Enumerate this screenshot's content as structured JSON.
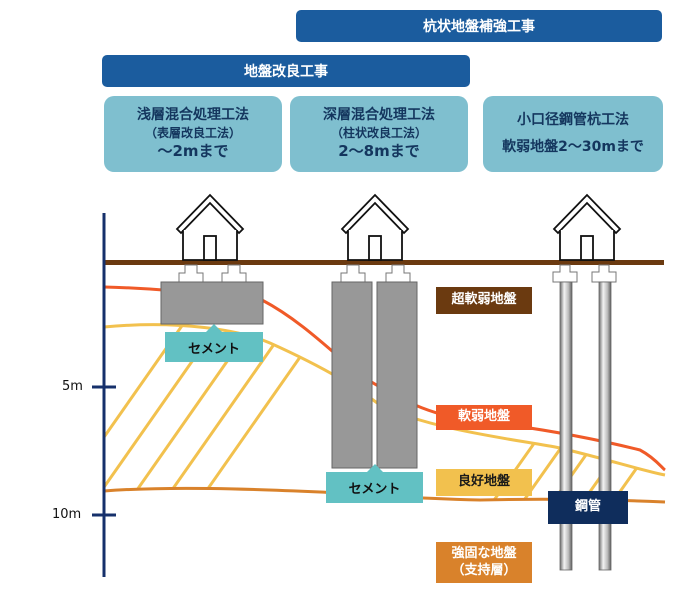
{
  "banners": {
    "pile_reinforcement": "杭状地盤補強工事",
    "ground_improvement": "地盤改良工事"
  },
  "methods": [
    {
      "name": "浅層混合処理工法",
      "alias": "（表層改良工法）",
      "range": "～2mまで"
    },
    {
      "name": "深層混合処理工法",
      "alias": "（柱状改良工法）",
      "range": "2～8mまで"
    },
    {
      "name": "小口径鋼管杭工法",
      "range": "軟弱地盤2～30mまで"
    }
  ],
  "depth_axis": {
    "ticks": [
      "5m",
      "10m"
    ]
  },
  "layers": [
    {
      "label": "超軟弱地盤",
      "color": "#6b3a10"
    },
    {
      "label": "軟弱地盤",
      "color": "#f05a28"
    },
    {
      "label": "良好地盤",
      "color": "#f2c14e"
    },
    {
      "label": "強固な地盤",
      "label2": "（支持層）",
      "color": "#d9822b"
    }
  ],
  "materials": {
    "cement_shallow": "セメント",
    "cement_deep": "セメント",
    "steel_pipe": "鋼管"
  },
  "colors": {
    "banner": "#1b5c9e",
    "method_box": "#7fbfcf",
    "ground_line": "#6b3a10",
    "depth_axis": "#16306b",
    "cement_block": "#989898",
    "cement_label": "#62c1c3",
    "steel_label": "#0f2d5c"
  }
}
